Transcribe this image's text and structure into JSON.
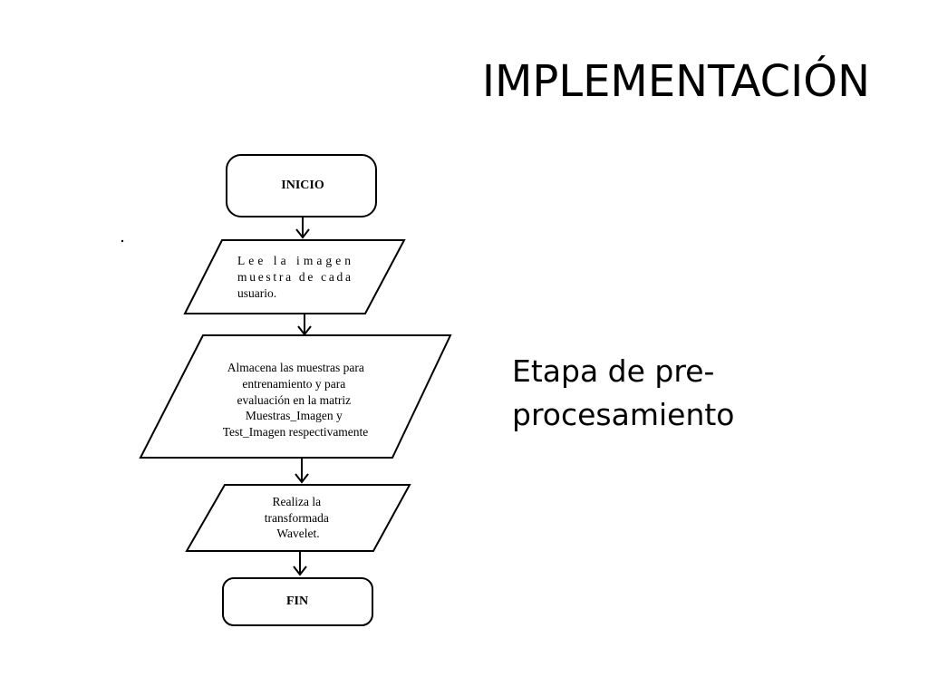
{
  "slide": {
    "title": "IMPLEMENTACIÓN",
    "caption_lines": [
      "Etapa de pre-",
      "procesamiento"
    ]
  },
  "flowchart": {
    "nodes": [
      {
        "id": "start",
        "shape": "terminal",
        "lines": [
          "INICIO"
        ]
      },
      {
        "id": "read",
        "shape": "data",
        "lines": [
          "Lee la imagen",
          "muestra de cada",
          "usuario."
        ]
      },
      {
        "id": "store",
        "shape": "data",
        "lines": [
          "Almacena las muestras para",
          "entrenamiento y para",
          "evaluación en la matriz",
          "Muestras_Imagen y",
          "Test_Imagen respectivamente"
        ]
      },
      {
        "id": "transform",
        "shape": "data",
        "lines": [
          "Realiza la",
          "transformada",
          "Wavelet."
        ]
      },
      {
        "id": "end",
        "shape": "terminal",
        "lines": [
          "FIN"
        ]
      }
    ],
    "colors": {
      "stroke": "#000000",
      "fill": "#ffffff"
    }
  }
}
